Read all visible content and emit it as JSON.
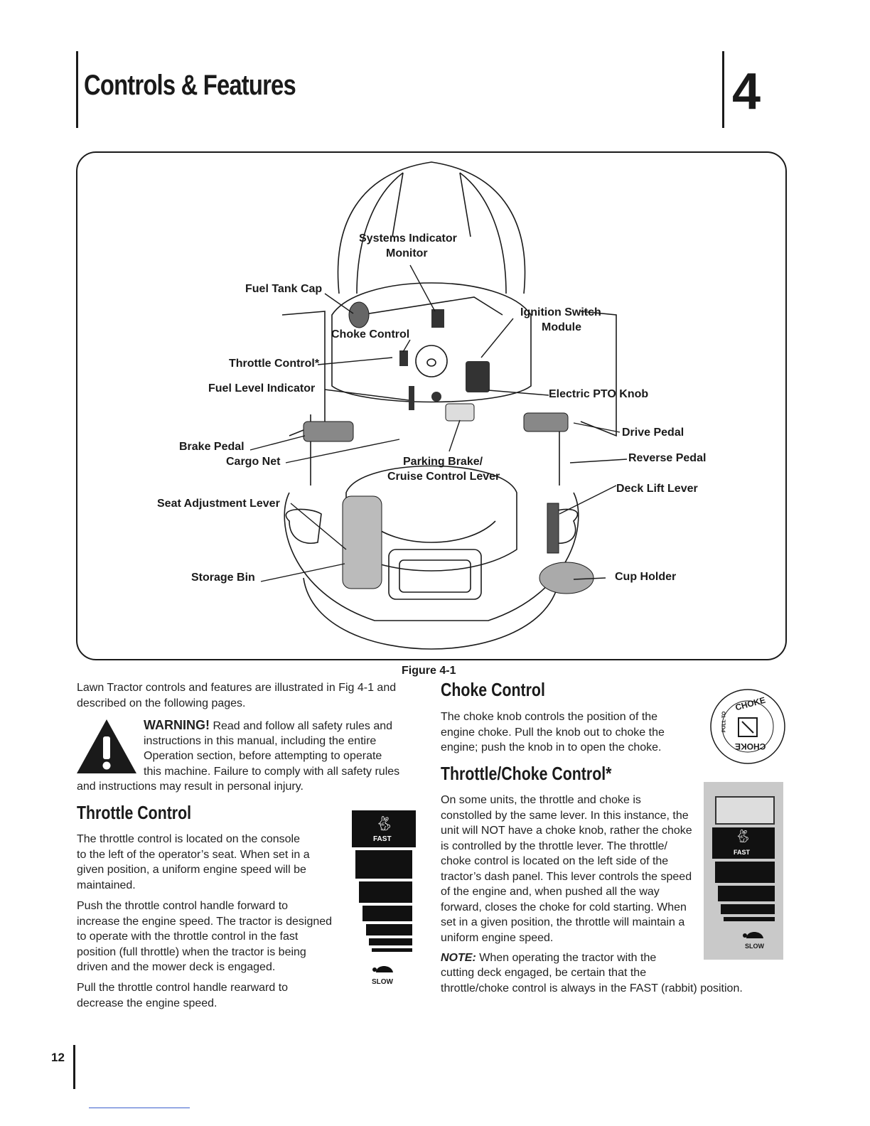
{
  "header": {
    "title": "Controls & Features",
    "chapter": "4"
  },
  "figure": {
    "caption": "Figure 4-1",
    "labels": {
      "systems_indicator": "Systems Indicator",
      "monitor": "Monitor",
      "fuel_tank_cap": "Fuel Tank Cap",
      "ignition_switch": "Ignition Switch",
      "module": "Module",
      "choke_control": "Choke Control",
      "throttle_control": "Throttle Control*",
      "fuel_level_indicator": "Fuel Level Indicator",
      "electric_pto_knob": "Electric PTO Knob",
      "drive_pedal": "Drive Pedal",
      "brake_pedal": "Brake Pedal",
      "cargo_net": "Cargo Net",
      "parking_brake": "Parking Brake/",
      "cruise_control_lever": "Cruise Control Lever",
      "reverse_pedal": "Reverse Pedal",
      "deck_lift_lever": "Deck Lift Lever",
      "seat_adjustment_lever": "Seat Adjustment Lever",
      "storage_bin": "Storage Bin",
      "cup_holder": "Cup Holder"
    }
  },
  "intro": {
    "line1": "Lawn Tractor controls and features are illustrated in Fig 4-1 and",
    "line2": "described on the following pages."
  },
  "warning": {
    "strong": "WARNING!",
    "line1": " Read and follow all safety rules and",
    "line2": "instructions in this manual, including the entire",
    "line3": "Operation section, before attempting to operate",
    "line4": "this machine. Failure to comply with all safety rules",
    "line5": "and instructions may result in personal injury."
  },
  "throttle": {
    "title": "Throttle Control",
    "p1": [
      "The throttle control is located on the console",
      "to the left of the operator’s seat. When set in a",
      "given position, a uniform engine speed will be",
      "maintained."
    ],
    "p2": [
      "Push the throttle control handle forward to",
      "increase the engine speed. The tractor is designed",
      "to operate with the throttle control in the fast",
      "position (full throttle) when the tractor is being",
      "driven and the mower deck is engaged."
    ],
    "p3": [
      "Pull the throttle control handle rearward to",
      "decrease the engine speed."
    ],
    "decal_fast": "FAST",
    "decal_slow": "SLOW"
  },
  "choke": {
    "title": "Choke Control",
    "p1": [
      "The choke knob controls the position of the",
      "engine choke. Pull the knob out to choke the",
      "engine; push the knob in to open the choke."
    ],
    "decal_top": "CHOKE",
    "decal_bottom": "CHOKE",
    "decal_side": "PULL TO"
  },
  "throttle_choke": {
    "title": "Throttle/Choke Control*",
    "p1": [
      "On some units, the throttle and choke is",
      "constolled by the same lever. In this instance, the",
      "unit will NOT have a choke knob, rather the choke",
      "is controlled by the throttle lever. The throttle/",
      "choke control is located on the left side of the",
      "tractor’s dash panel. This lever controls the speed",
      "of the engine and, when pushed all the way",
      "forward, closes the choke for cold starting. When",
      "set in a given position, the throttle will maintain a",
      "uniform engine speed."
    ],
    "note_label": "NOTE:",
    "note_line1": " When operating the tractor with the",
    "note_line2": "cutting deck engaged, be certain that the",
    "note_line3": "throttle/choke control is always in the FAST (rabbit) position.",
    "decal_fast": "FAST",
    "decal_slow": "SLOW"
  },
  "page_number": "12"
}
